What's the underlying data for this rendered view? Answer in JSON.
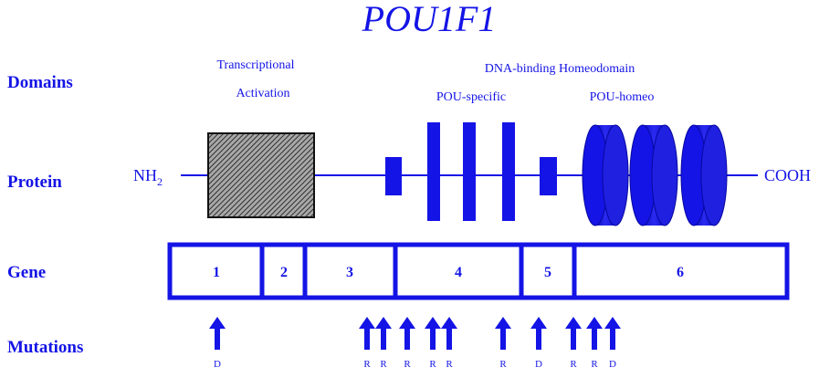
{
  "title": "POU1F1",
  "row_labels": {
    "domains": "Domains",
    "protein": "Protein",
    "gene": "Gene",
    "mutations": "Mutations"
  },
  "domain_labels": {
    "transcriptional_line1": "Transcriptional",
    "transcriptional_line2": "Activation",
    "dna_binding": "DNA-binding Homeodomain",
    "pou_specific": "POU-specific",
    "pou_homeo": "POU-homeo"
  },
  "protein": {
    "n_terminus": "NH",
    "n_terminus_sub": "2",
    "c_terminus": "COOH"
  },
  "exons": [
    {
      "label": "1"
    },
    {
      "label": "2"
    },
    {
      "label": "3"
    },
    {
      "label": "4"
    },
    {
      "label": "5"
    },
    {
      "label": "6"
    }
  ],
  "mutation_labels": [
    "D",
    "R",
    "R",
    "R",
    "R",
    "R",
    "R",
    "D",
    "R",
    "R",
    "D"
  ],
  "colors": {
    "primary": "#1414e6",
    "hatch_fill": "#9a9a9a",
    "hatch_line": "#333333"
  }
}
